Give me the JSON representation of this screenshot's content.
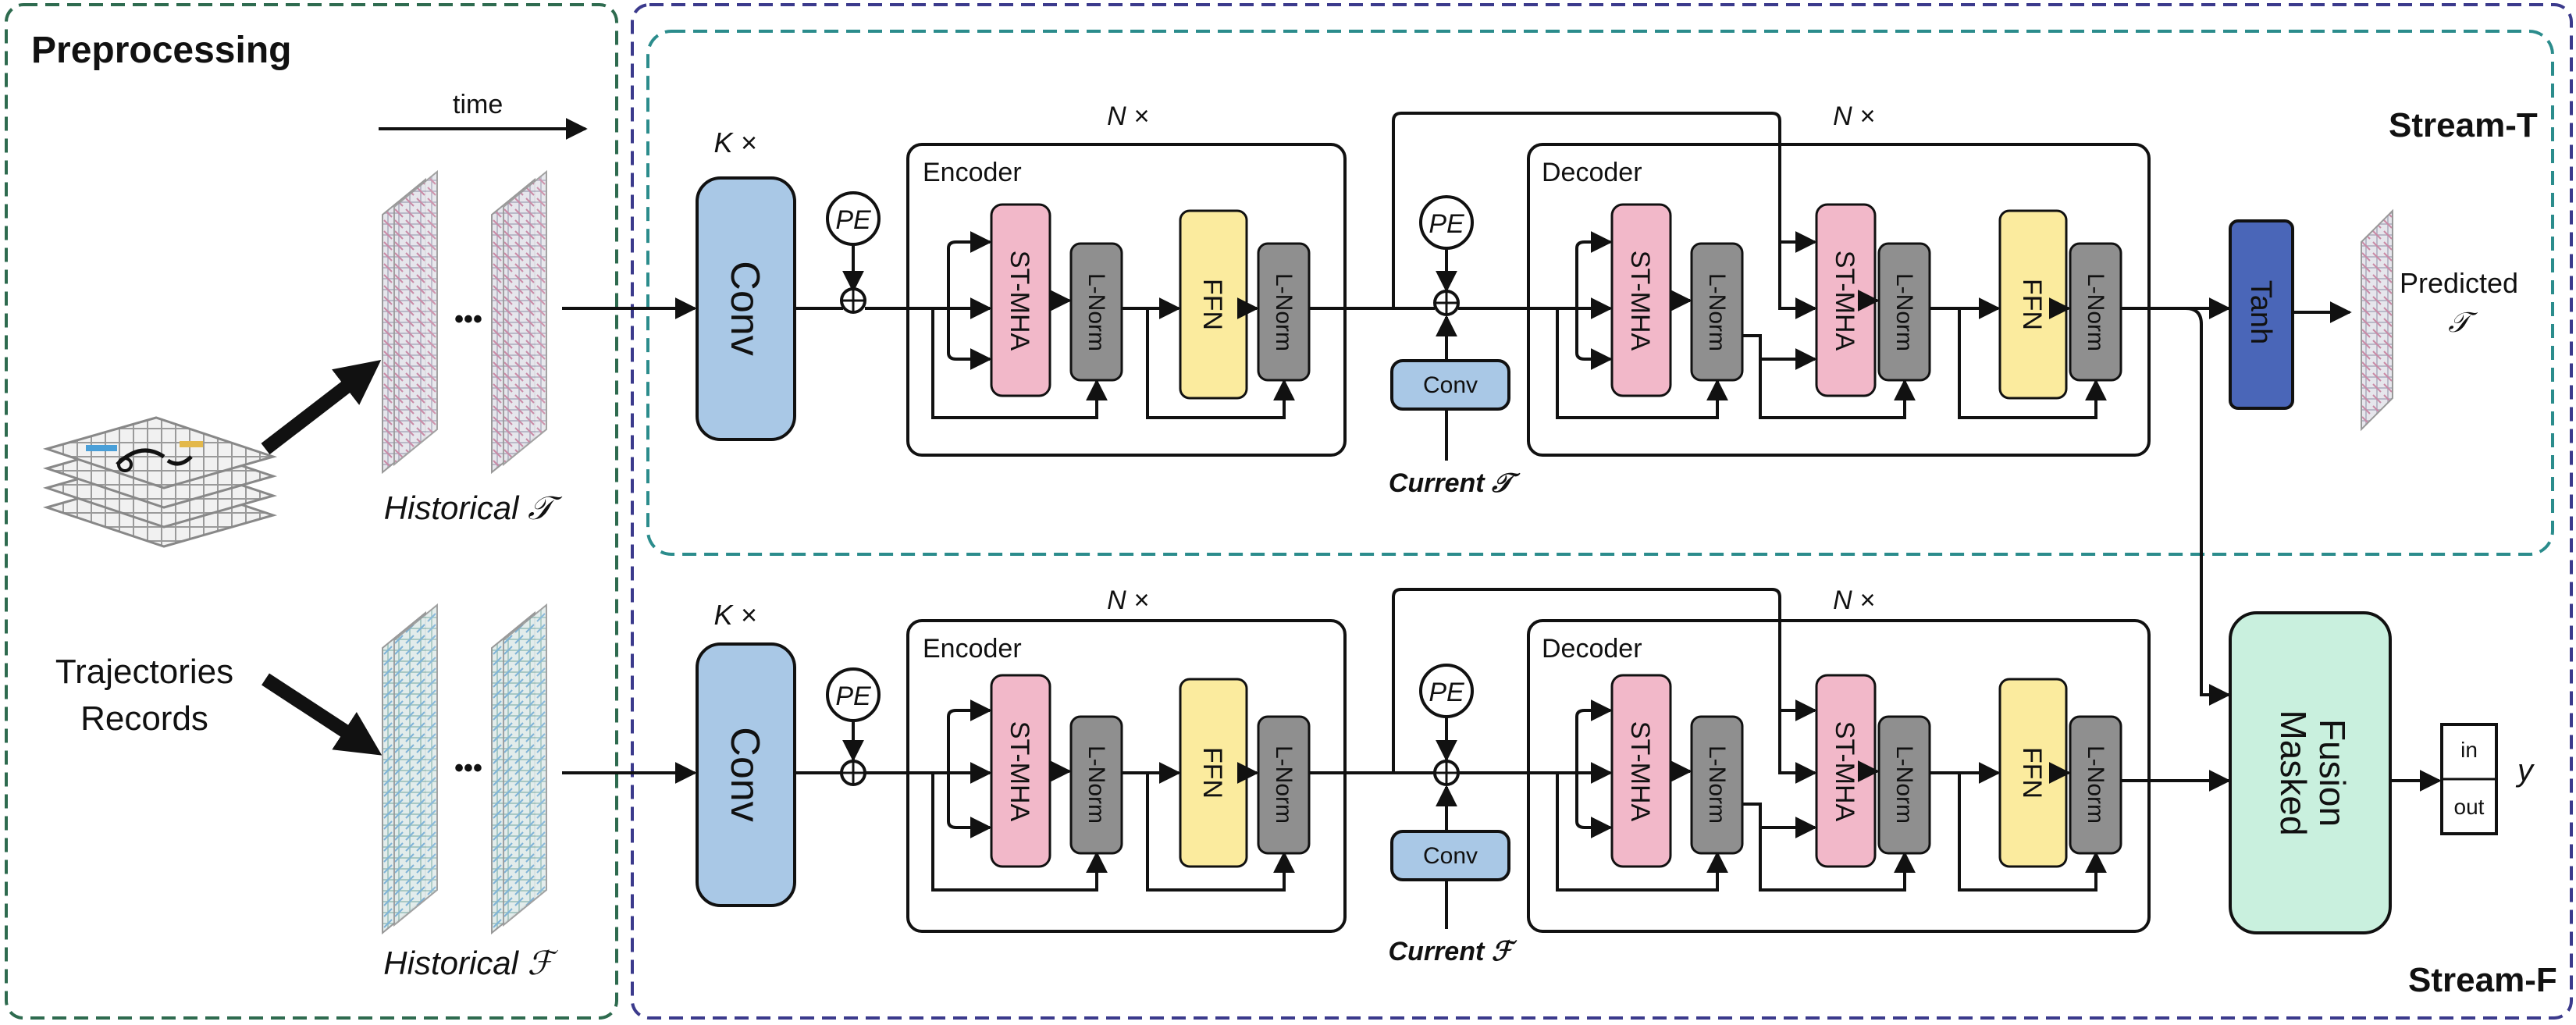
{
  "preprocessing": {
    "title": "Preprocessing",
    "time_label": "time",
    "records_line1": "Trajectories",
    "records_line2": "Records",
    "hist_t_label": "Historical",
    "hist_t_symbol": "𝒯",
    "hist_f_label": "Historical",
    "hist_f_symbol": "ℱ",
    "ellipsis": "•••"
  },
  "stream_t": {
    "title": "Stream-T",
    "k_label": "K ×",
    "conv_label": "Conv",
    "pe_label": "PE",
    "encoder": {
      "n_label": "N ×",
      "title": "Encoder",
      "mha": "ST-MHA",
      "norm1": "L-Norm",
      "ffn": "FFN",
      "norm2": "L-Norm"
    },
    "small_conv": "Conv",
    "current_label": "Current",
    "current_symbol": "𝒯",
    "decoder": {
      "n_label": "N ×",
      "title": "Decoder",
      "mha1": "ST-MHA",
      "norm1": "L-Norm",
      "mha2": "ST-MHA",
      "norm2": "L-Norm",
      "ffn": "FFN",
      "norm3": "L-Norm"
    },
    "tanh": "Tanh",
    "predicted_label": "Predicted",
    "predicted_symbol": "𝒯"
  },
  "stream_f": {
    "title": "Stream-F",
    "k_label": "K ×",
    "conv_label": "Conv",
    "pe_label": "PE",
    "encoder": {
      "n_label": "N ×",
      "title": "Encoder",
      "mha": "ST-MHA",
      "norm1": "L-Norm",
      "ffn": "FFN",
      "norm2": "L-Norm"
    },
    "small_conv": "Conv",
    "current_label": "Current",
    "current_symbol": "ℱ",
    "decoder": {
      "n_label": "N ×",
      "title": "Decoder",
      "mha1": "ST-MHA",
      "norm1": "L-Norm",
      "mha2": "ST-MHA",
      "norm2": "L-Norm",
      "ffn": "FFN",
      "norm3": "L-Norm"
    },
    "fusion_line1": "Masked",
    "fusion_line2": "Fusion",
    "out_in": "in",
    "out_out": "out",
    "output_symbol": "y"
  },
  "colors": {
    "conv": "#a9c8e6",
    "st_mha": "#f2b8c9",
    "l_norm": "#8f8f8f",
    "ffn": "#fbeb9e",
    "tanh": "#4a66b8",
    "masked_fusion": "#c9f0de",
    "preprocessing_border": "#2e6b4f",
    "outer_border": "#3b3a8c",
    "stream_t_border": "#2b8c8c"
  }
}
